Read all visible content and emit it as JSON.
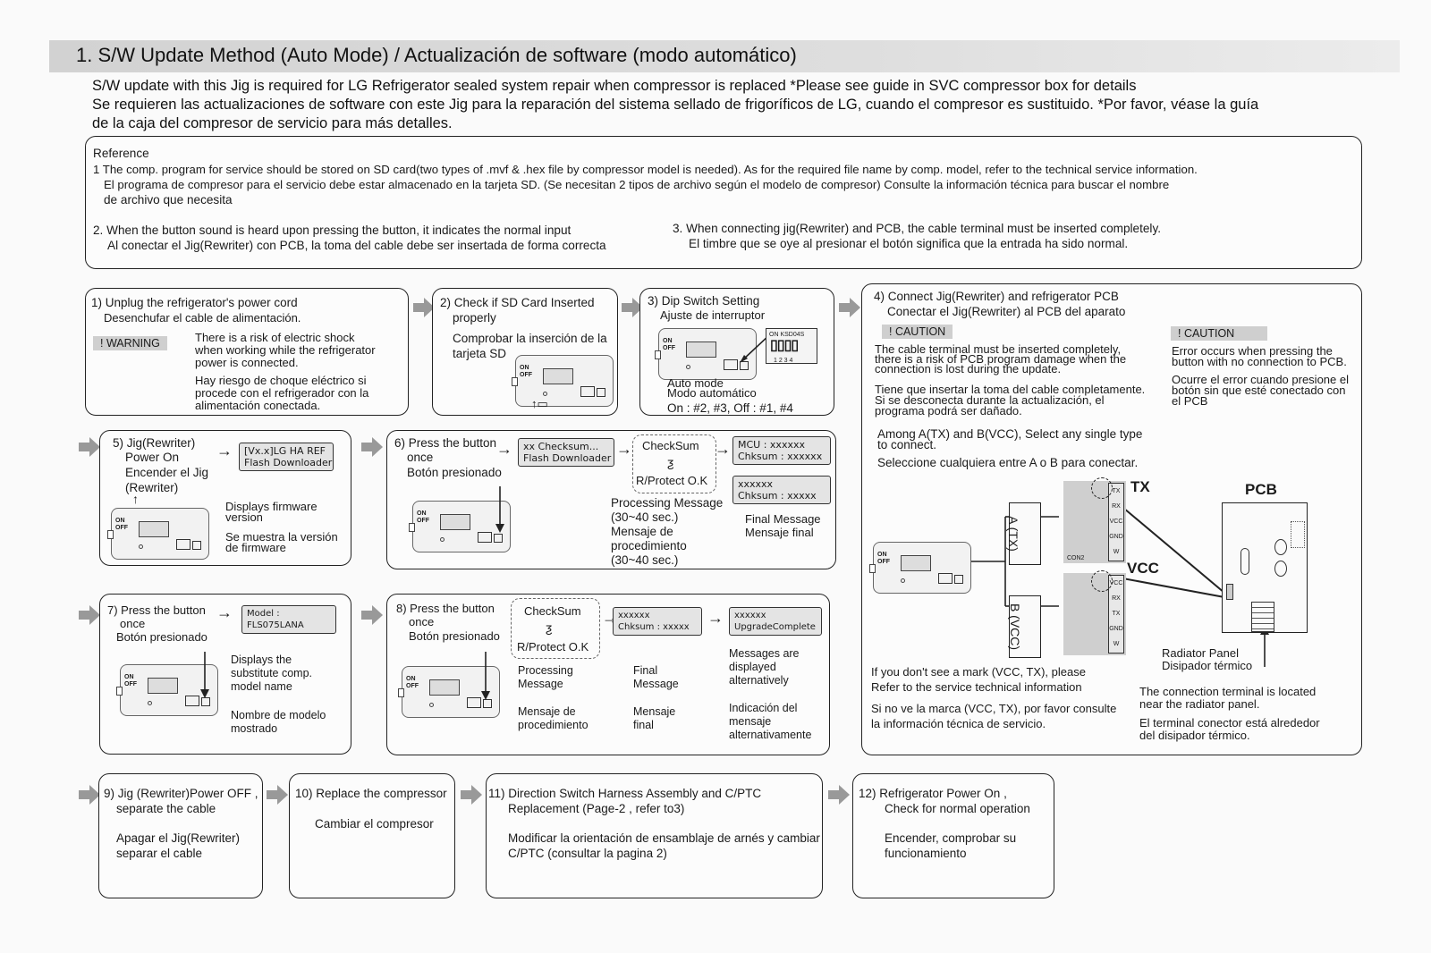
{
  "title": "1. S/W Update  Method (Auto Mode) / Actualización de software (modo automático)",
  "intro": {
    "line1": "S/W update with this Jig is required for LG Refrigerator sealed system repair when compressor is replaced    *Please see guide in SVC compressor box for details",
    "line2": "Se requieren las actualizaciones de software con este Jig para la reparación del sistema sellado de frigoríficos de LG, cuando el compresor es sustituido. *Por favor, véase la guía",
    "line3": "de la caja del compresor de servicio para más detalles."
  },
  "reference": {
    "heading": "Reference",
    "r1a": "1 The comp. program for service should be stored on SD card(two types of .mvf & .hex file by compressor model is needed). As for the required file name by comp. model, refer to the technical service information.",
    "r1b": "El programa de compresor para el servicio debe estar almacenado en la tarjeta SD. (Se necesitan 2 tipos de archivo según el modelo de compresor) Consulte la información técnica para buscar el nombre",
    "r1c": "de archivo que necesita",
    "r2a": "2. When the button sound is heard upon pressing the button, it indicates the normal input",
    "r2b": "Al conectar el Jig(Rewriter) con PCB, la toma del cable debe ser insertada de forma correcta",
    "r3a": "3. When connecting jig(Rewriter) and PCB, the cable terminal must be inserted completely.",
    "r3b": "El timbre que se oye al presionar el botón significa que la entrada ha sido normal."
  },
  "jig": {
    "on": "ON",
    "off": "OFF"
  },
  "step1": {
    "en1": "1) Unplug the refrigerator's power cord",
    "es1": "Desenchufar el cable de alimentación.",
    "badge": "!  WARNING",
    "w1": "There is a risk of electric shock",
    "w2": "when working while the refrigerator",
    "w3": "power is connected.",
    "w4": "Hay riesgo de choque eléctrico si",
    "w5": "procede con el refrigerador con la",
    "w6": "alimentación conectada."
  },
  "step2": {
    "en1": "2) Check if SD Card Inserted",
    "en2": "properly",
    "es1": "Comprobar la inserción de la",
    "es2": "tarjeta SD"
  },
  "step3": {
    "en1": "3) Dip Switch Setting",
    "es1": "Ajuste de interruptor",
    "dip_label": "ON  KSD04S",
    "dip_nums": "1  2  3  4",
    "m1": "Auto mode",
    "m2": "Modo automático",
    "m3": "On : #2, #3,  Off : #1, #4"
  },
  "step4": {
    "en1": "4) Connect Jig(Rewriter) and refrigerator PCB",
    "es1": "Conectar el Jig(Rewriter) al PCB del aparato",
    "caution": "!  CAUTION",
    "c1": "The cable terminal must be inserted completely,",
    "c2": "there is a risk of PCB program damage when the",
    "c3": "connection is lost during the update.",
    "c4": "Tiene que insertar la toma del cable completamente.",
    "c5": "Si se desconecta durante la actualización, el",
    "c6": "programa podrá ser dañado.",
    "caution2": "!  CAUTION",
    "d1": "Error occurs when pressing the",
    "d2": "button with no connection to PCB.",
    "d3": "Ocurre el error cuando presione el",
    "d4": "botón sin que esté conectado con",
    "d5": "el PCB",
    "a1": "Among A(TX) and  B(VCC), Select any single type",
    "a2": "to connect.",
    "a3": "Seleccione cualquiera entre A o B para conectar.",
    "labelA": "A (TX)",
    "labelB": "B (VCC)",
    "tx": "TX",
    "vcc": "VCC",
    "pcb": "PCB",
    "con2": "CON2",
    "pins": [
      "TX",
      "RX",
      "VCC",
      "GND",
      "W"
    ],
    "pins2": [
      "VCC",
      "RX",
      "TX",
      "GND",
      "W"
    ],
    "rad1": "Radiator Panel",
    "rad2": "Disipador térmico",
    "n1": "If you don't see a mark (VCC, TX), please",
    "n2": "Refer to the service technical information",
    "n3": "Si no ve la marca (VCC, TX), por favor consulte",
    "n4": "la información técnica de servicio.",
    "t1": "The connection terminal is located",
    "t2": "near  the radiator panel.",
    "t3": "El terminal conector está alrededor",
    "t4": "del disipador térmico."
  },
  "step5": {
    "en1": "5) Jig(Rewriter)",
    "en2": "Power On",
    "es1": "Encender el Jig",
    "es2": "(Rewriter)",
    "lcd1": "[Vx.x]LG HA REF",
    "lcd2": "Flash Downloader",
    "d1": "Displays firmware",
    "d2": "version",
    "d3": "Se muestra la versión",
    "d4": "de firmware"
  },
  "step6": {
    "en1": "6) Press the button",
    "en2": "once",
    "es1": "Botón presionado",
    "lcd1a": "xx Checksum...",
    "lcd1b": "Flash Downloader",
    "cs1": "CheckSum",
    "cs2": "R/Protect O.K",
    "lcd2a": "MCU : xxxxxx",
    "lcd2b": "Chksum : xxxxxx",
    "lcd3a": "xxxxxx",
    "lcd3b": "Chksum : xxxxx",
    "p1": "Processing Message",
    "p2": "(30~40 sec.)",
    "p3": "Mensaje de",
    "p4": "procedimiento",
    "p5": "(30~40 sec.)",
    "f1": "Final Message",
    "f2": "Mensaje final"
  },
  "step7": {
    "en1": "7) Press the button",
    "en2": "once",
    "es1": "Botón presionado",
    "lcd1": "Model :",
    "lcd2": "FLS075LANA",
    "d1": "Displays the",
    "d2": "substitute comp.",
    "d3": "model name",
    "d4": "Nombre de modelo",
    "d5": "mostrado"
  },
  "step8": {
    "en1": "8) Press the button",
    "en2": "once",
    "es1": "Botón presionado",
    "cs1": "CheckSum",
    "cs2": "R/Protect O.K",
    "lcd1a": "xxxxxx",
    "lcd1b": "Chksum : xxxxx",
    "lcd2a": "xxxxxx",
    "lcd2b": "UpgradeComplete",
    "p1": "Processing",
    "p2": "Message",
    "p3": "Mensaje de",
    "p4": "procedimiento",
    "f1": "Final",
    "f2": "Message",
    "f3": "Mensaje",
    "f4": "final",
    "m1": "Messages are",
    "m2": "displayed",
    "m3": "alternatively",
    "m4": "Indicación del",
    "m5": "mensaje",
    "m6": "alternativamente"
  },
  "step9": {
    "en1": "9) Jig (Rewriter)Power OFF ,",
    "en2": "separate the cable",
    "es1": "Apagar el Jig(Rewriter)",
    "es2": "separar el cable"
  },
  "step10": {
    "en1": "10) Replace the compressor",
    "es1": "Cambiar el compresor"
  },
  "step11": {
    "en1": "11) Direction Switch Harness Assembly and C/PTC",
    "en2": "Replacement  (Page-2 , refer to3)",
    "es1": "Modificar la orientación de ensamblaje de arnés y cambiar",
    "es2": "C/PTC (consultar la pagina 2)"
  },
  "step12": {
    "en1": "12) Refrigerator Power On ,",
    "en2": "Check for normal operation",
    "es1": "Encender, comprobar su",
    "es2": "funcionamiento"
  },
  "colors": {
    "border": "#222222",
    "badge": "#cfcfcf",
    "arrow": "#999999",
    "lcd": "#e4e4e4"
  }
}
